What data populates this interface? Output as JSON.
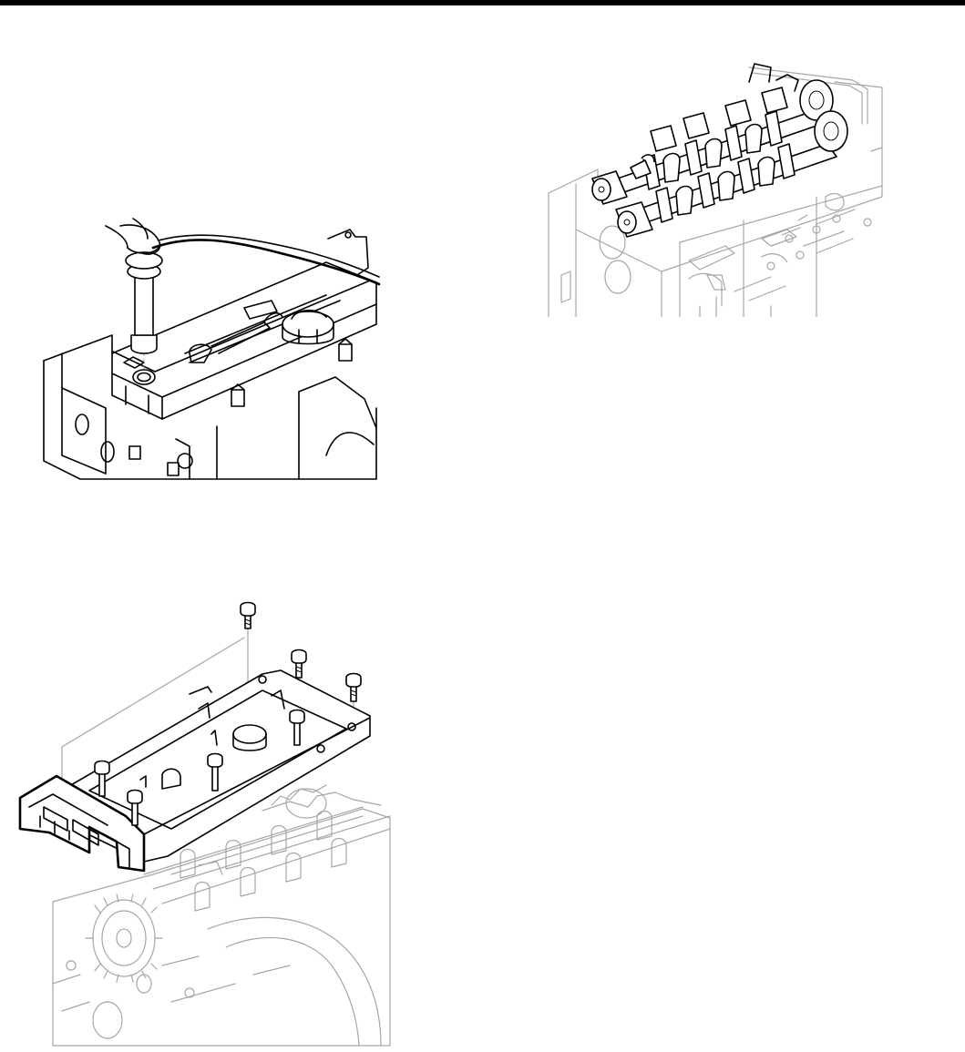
{
  "document": {
    "colors": {
      "header_bar": "#000000",
      "line_art": "#000000",
      "ghosted_line_art": "#a6a6a6",
      "background": "#ffffff"
    },
    "figures": [
      {
        "icon": "spark-plug-cable-removal-illustration"
      },
      {
        "icon": "camshaft-assembly-illustration"
      },
      {
        "icon": "cylinder-head-cover-exploded-illustration"
      }
    ]
  }
}
